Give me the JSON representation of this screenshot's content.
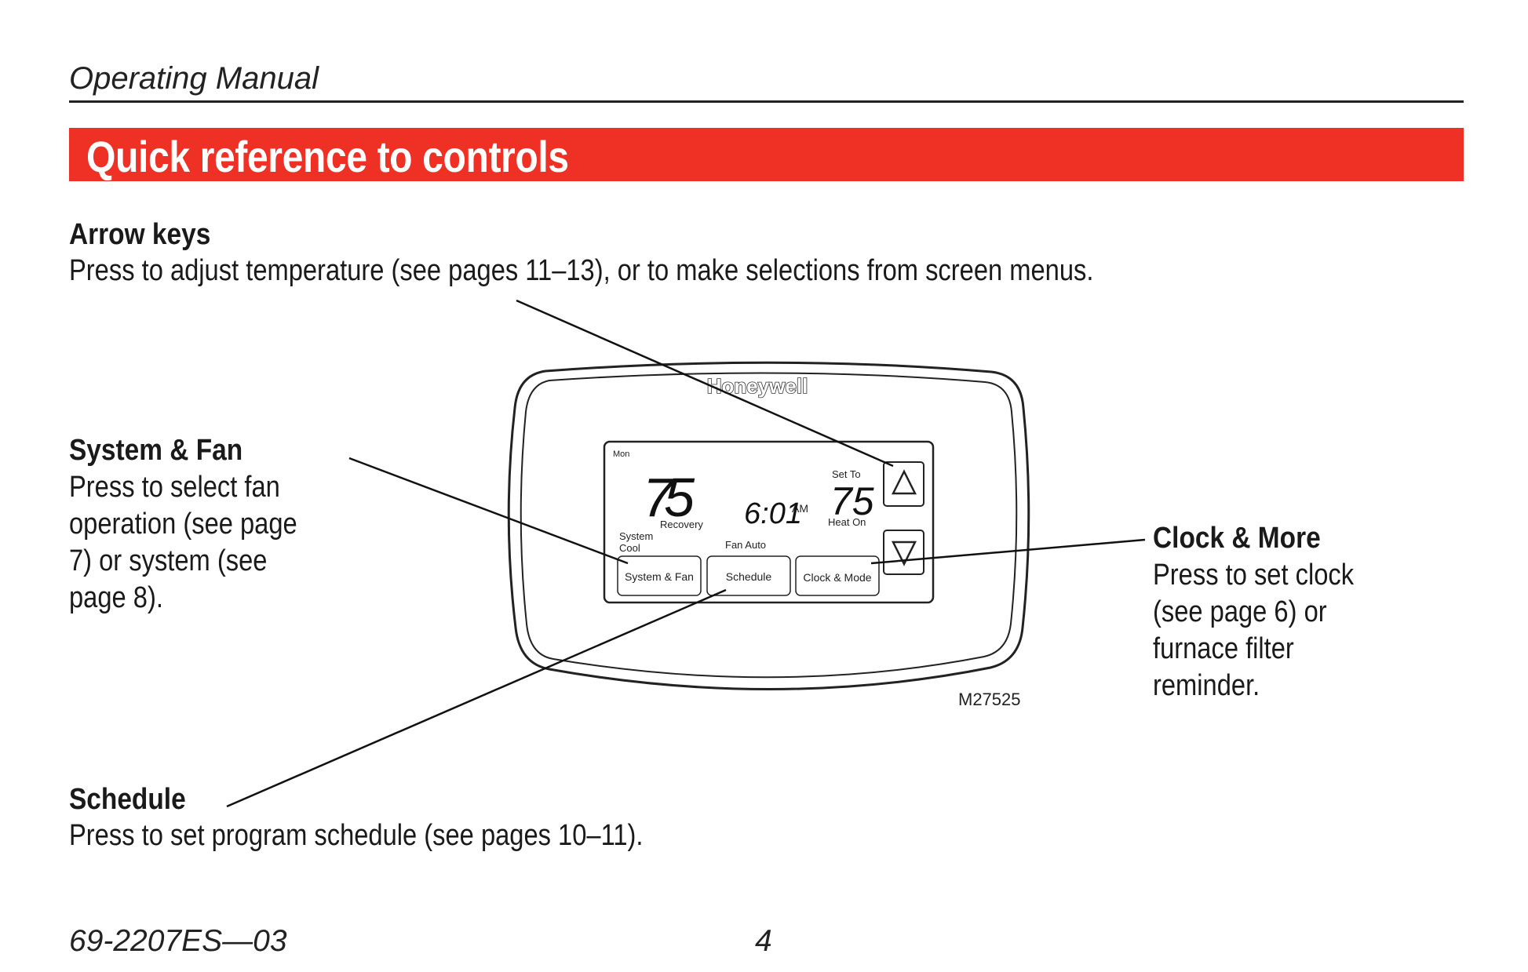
{
  "header": {
    "title": "Operating Manual"
  },
  "banner": {
    "title": "Quick reference to controls",
    "color": "#ee3124"
  },
  "sections": {
    "arrow_keys": {
      "title": "Arrow keys",
      "body": "Press to adjust temperature (see pages 11–13), or to make selections from screen menus."
    },
    "system_fan": {
      "title": "System & Fan",
      "lines": [
        "Press to select fan",
        "operation (see page",
        "7) or system (see",
        "page 8)."
      ]
    },
    "clock_more": {
      "title": "Clock & More",
      "lines": [
        "Press to set clock",
        "(see page 6) or",
        "furnace filter",
        "reminder."
      ]
    },
    "schedule": {
      "title": "Schedule",
      "body": "Press to set program schedule (see pages 10–11)."
    }
  },
  "thermostat": {
    "brand": "Honeywell",
    "day": "Mon",
    "room_temp": "75",
    "recovery": "Recovery",
    "time": "6:01",
    "am_pm": "AM",
    "set_to_label": "Set To",
    "set_temp": "75",
    "heat_status": "Heat On",
    "system_mode_line1": "System",
    "system_mode_line2": "Cool",
    "fan_mode": "Fan Auto",
    "buttons": {
      "system_fan": "System & Fan",
      "schedule": "Schedule",
      "clock_mode": "Clock & Mode"
    },
    "up_arrow_icon": "triangle-up-icon",
    "down_arrow_icon": "triangle-down-icon"
  },
  "figure_id": "M27525",
  "footer": {
    "doc_number": "69-2207ES—03",
    "page_number": "4"
  }
}
